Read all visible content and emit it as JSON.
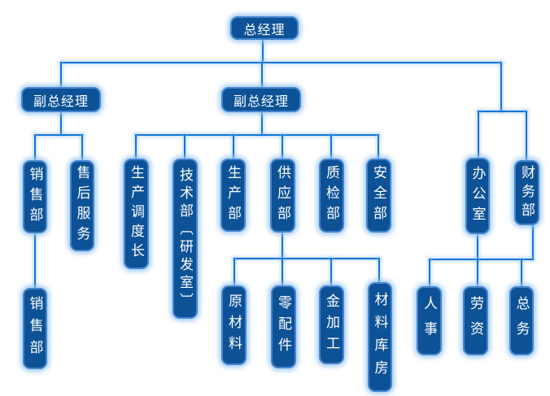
{
  "diagram": {
    "type": "org-chart",
    "background": "#ffffff"
  },
  "colors": {
    "box_fill": "#0d5296",
    "box_border": "#4585d0",
    "box_glow": "#a9cdf0",
    "line": "#1374d8",
    "text": "#ffffff"
  },
  "nodes": {
    "general_manager": {
      "label": "总经理"
    },
    "deputy_gm_left": {
      "label": "副总经理"
    },
    "deputy_gm_mid": {
      "label": "副总经理"
    },
    "sales_dept": {
      "label": "销售部"
    },
    "after_sales_service": {
      "label": "售后服务"
    },
    "production_dispatch_chief": {
      "label": "生产调度长"
    },
    "tech_dept_rd_room": {
      "label": "技术部〔研发室〕"
    },
    "production_dept": {
      "label": "生产部"
    },
    "supply_dept": {
      "label": "供应部"
    },
    "quality_inspection_dept": {
      "label": "质检部"
    },
    "safety_dept": {
      "label": "安全部"
    },
    "office": {
      "label": "办公室"
    },
    "finance_dept": {
      "label": "财务部"
    },
    "sales_dept_sub": {
      "label": "销售部"
    },
    "raw_materials": {
      "label": "原材料"
    },
    "spare_parts": {
      "label": "零配件"
    },
    "metal_processing": {
      "label": "金加工"
    },
    "materials_warehouse": {
      "label": "材料库房"
    },
    "personnel": {
      "label": "人事"
    },
    "labor_wages": {
      "label": "劳资"
    },
    "general_affairs": {
      "label": "总务"
    }
  },
  "hierarchy": {
    "label": "总经理",
    "children": [
      {
        "label": "副总经理",
        "children": [
          {
            "label": "销售部",
            "children": [
              {
                "label": "销售部"
              }
            ]
          },
          {
            "label": "售后服务"
          }
        ]
      },
      {
        "label": "副总经理",
        "children": [
          {
            "label": "生产调度长"
          },
          {
            "label": "技术部〔研发室〕"
          },
          {
            "label": "生产部"
          },
          {
            "label": "供应部",
            "children": [
              {
                "label": "原材料"
              },
              {
                "label": "零配件"
              },
              {
                "label": "金加工"
              },
              {
                "label": "材料库房"
              }
            ]
          },
          {
            "label": "质检部"
          },
          {
            "label": "安全部"
          }
        ]
      },
      {
        "label": "办公室",
        "children": [
          {
            "label": "人事"
          },
          {
            "label": "劳资"
          },
          {
            "label": "总务"
          }
        ]
      },
      {
        "label": "财务部"
      }
    ]
  }
}
